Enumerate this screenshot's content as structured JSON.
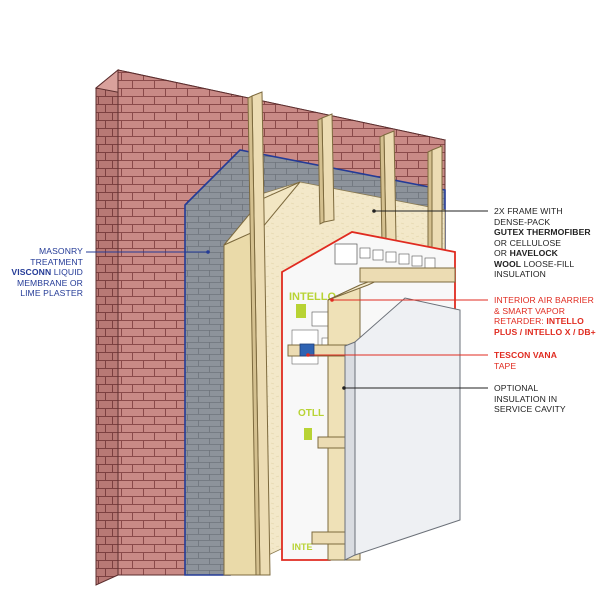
{
  "colors": {
    "brick": "#c98a86",
    "brick_mortar": "#8a4a4a",
    "masonry_membrane": "#8d939b",
    "membrane_edge": "#243b97",
    "wood": "#ecdcb3",
    "wood_edge": "#7d6a3e",
    "insulation": "#f5ecd2",
    "intello": "#f7f7f7",
    "intello_green": "#b8d334",
    "board": "#eef0f3",
    "callout_red": "#e02b20",
    "callout_blue": "#243b97",
    "callout_black": "#222222"
  },
  "labels": {
    "masonry": {
      "line1": "MASONRY",
      "line2": "TREATMENT",
      "line3_bold": "VISCONN",
      "line3_rest": " LIQUID",
      "line4": "MEMBRANE OR",
      "line5": "LIME PLASTER"
    },
    "frame": {
      "line1": "2X FRAME WITH",
      "line2": "DENSE-PACK",
      "line3_bold": "GUTEX THERMOFIBER",
      "line4": "OR CELLULOSE",
      "line5_pre": "OR ",
      "line5_bold": "HAVELOCK",
      "line6_bold": "WOOL",
      "line6_rest": " LOOSE-FILL",
      "line7": "INSULATION"
    },
    "barrier": {
      "line1": "INTERIOR AIR BARRIER",
      "line2": "& SMART VAPOR",
      "line3_pre": "RETARDER: ",
      "line3_bold": "INTELLO",
      "line4_bold": "PLUS / INTELLO X / DB+"
    },
    "tape": {
      "line1_bold": "TESCON VANA",
      "line2": "TAPE"
    },
    "service": {
      "line1": "OPTIONAL",
      "line2": "INSULATION IN",
      "line3": "SERVICE CAVITY"
    }
  },
  "membrane_print": {
    "brand_top": "INTELLO",
    "brand_mid": "OTLL",
    "brand_bottom": "INTE"
  }
}
